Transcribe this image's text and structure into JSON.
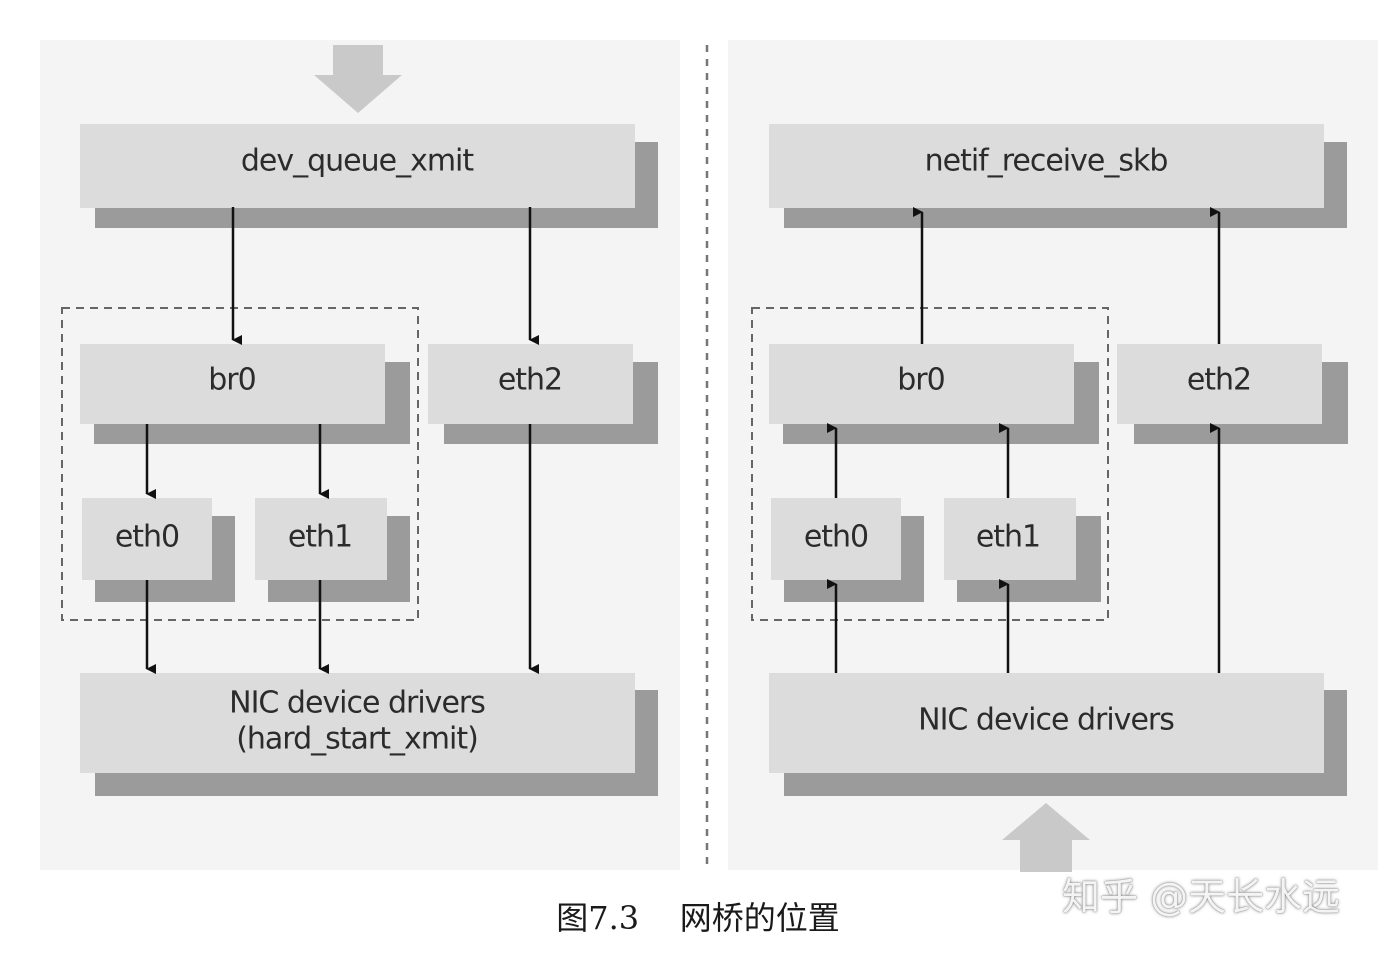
{
  "left": {
    "top_func": "dev_queue_xmit",
    "bridge": "br0",
    "eth2": "eth2",
    "eth0": "eth0",
    "eth1": "eth1",
    "driver_line1": "NIC device drivers",
    "driver_line2": "(hard_start_xmit)"
  },
  "right": {
    "top_func": "netif_receive_skb",
    "bridge": "br0",
    "eth2": "eth2",
    "eth0": "eth0",
    "eth1": "eth1",
    "driver_line1": "NIC device drivers"
  },
  "caption": "图7.3    网桥的位置",
  "watermark": "知乎 @天长水远"
}
